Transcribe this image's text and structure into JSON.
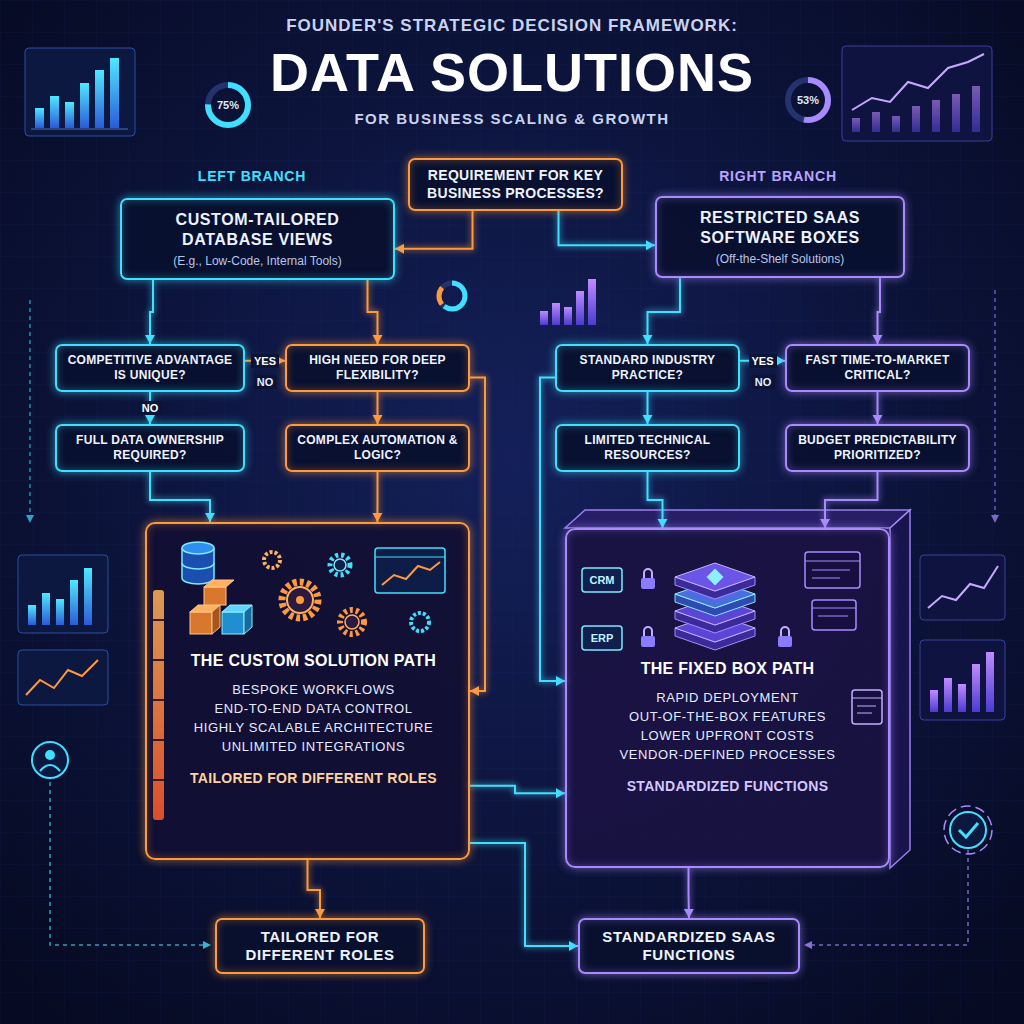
{
  "diagram": {
    "title": "DATA SOLUTIONS",
    "nodes": [
      {
        "text": [
          "REQUIREMENT FOR KEY BUSINESS PROCESSES?"
        ]
      },
      {
        "text": [
          "CUSTOM-TAILORED DATABASE VIEWS",
          "(E.g., Low-Code, Internal Tools)"
        ]
      },
      {
        "text": [
          "RESTRICTED SAAS SOFTWARE BOXES",
          "(Off-the-Shelf Solutions)"
        ]
      },
      {
        "text": [
          "COMPETITIVE ADVANTAGE IS UNIQUE?"
        ]
      },
      {
        "text": [
          "HIGH NEED FOR DEEP FLEXIBILITY?"
        ]
      },
      {
        "text": [
          "STANDARD INDUSTRY PRACTICE?"
        ]
      },
      {
        "text": [
          "FAST TIME-TO-MARKET CRITICAL?"
        ]
      },
      {
        "text": [
          "FULL DATA OWNERSHIP REQUIRED?"
        ]
      },
      {
        "text": [
          "COMPLEX AUTOMATION & LOGIC?"
        ]
      },
      {
        "text": [
          "LIMITED TECHNICAL RESOURCES?"
        ]
      },
      {
        "text": [
          "BUDGET PREDICTABILITY PRIORITIZED?"
        ]
      },
      {
        "text": [
          "THE CUSTOM SOLUTION PATH",
          "BESPOKE WORKFLOWS",
          "END-TO-END DATA CONTROL",
          "HIGHLY SCALABLE ARCHITECTURE",
          "UNLIMITED INTEGRATIONS",
          "TAILORED FOR DIFFERENT ROLES"
        ]
      },
      {
        "text": [
          "THE FIXED BOX PATH",
          "RAPID DEPLOYMENT",
          "OUT-OF-THE-BOX FEATURES",
          "LOWER UPFRONT COSTS",
          "VENDOR-DEFINED PROCESSES",
          "STANDARDIZED FUNCTIONS"
        ]
      },
      {
        "text": [
          "TAILORED FOR DIFFERENT ROLES"
        ]
      },
      {
        "text": [
          "STANDARDIZED SAAS FUNCTIONS"
        ]
      }
    ],
    "edges": [
      {
        "from": 0,
        "to": 1,
        "arrow": "to"
      },
      {
        "from": 0,
        "to": 2,
        "arrow": "to"
      },
      {
        "from": 1,
        "to": 3,
        "arrow": "to"
      },
      {
        "from": 1,
        "to": 4,
        "arrow": "to"
      },
      {
        "from": 2,
        "to": 5,
        "arrow": "to"
      },
      {
        "from": 2,
        "to": 6,
        "arrow": "to"
      },
      {
        "from": 3,
        "to": 4,
        "label": "YES",
        "arrow": "to"
      },
      {
        "from": 3,
        "to": 7,
        "label": "NO",
        "arrow": "to"
      },
      {
        "from": 4,
        "to": 8,
        "arrow": "to"
      },
      {
        "from": 5,
        "to": 6,
        "label": "YES",
        "arrow": "to"
      },
      {
        "from": 5,
        "to": 9,
        "arrow": "to"
      },
      {
        "from": 6,
        "to": 10,
        "arrow": "to"
      },
      {
        "from": 7,
        "to": 11,
        "arrow": "to"
      },
      {
        "from": 8,
        "to": 11,
        "arrow": "to"
      },
      {
        "from": 4,
        "to": 11,
        "arrow": "to"
      },
      {
        "from": 5,
        "to": 12,
        "arrow": "to"
      },
      {
        "from": 9,
        "to": 12,
        "arrow": "to"
      },
      {
        "from": 10,
        "to": 12,
        "arrow": "to"
      },
      {
        "from": 11,
        "to": 13,
        "arrow": "to"
      },
      {
        "from": 12,
        "to": 14,
        "arrow": "to"
      },
      {
        "from": 11,
        "to": 12,
        "arrow": "to"
      },
      {
        "from": 11,
        "to": 14,
        "arrow": "to"
      }
    ],
    "labels": [
      "FOUNDER'S STRATEGIC DECISION FRAMEWORK:",
      "FOR BUSINESS SCALING & GROWTH",
      "LEFT BRANCH",
      "RIGHT BRANCH",
      "NO",
      "NO",
      "75%",
      "53%",
      "CRM",
      "ERP"
    ]
  }
}
